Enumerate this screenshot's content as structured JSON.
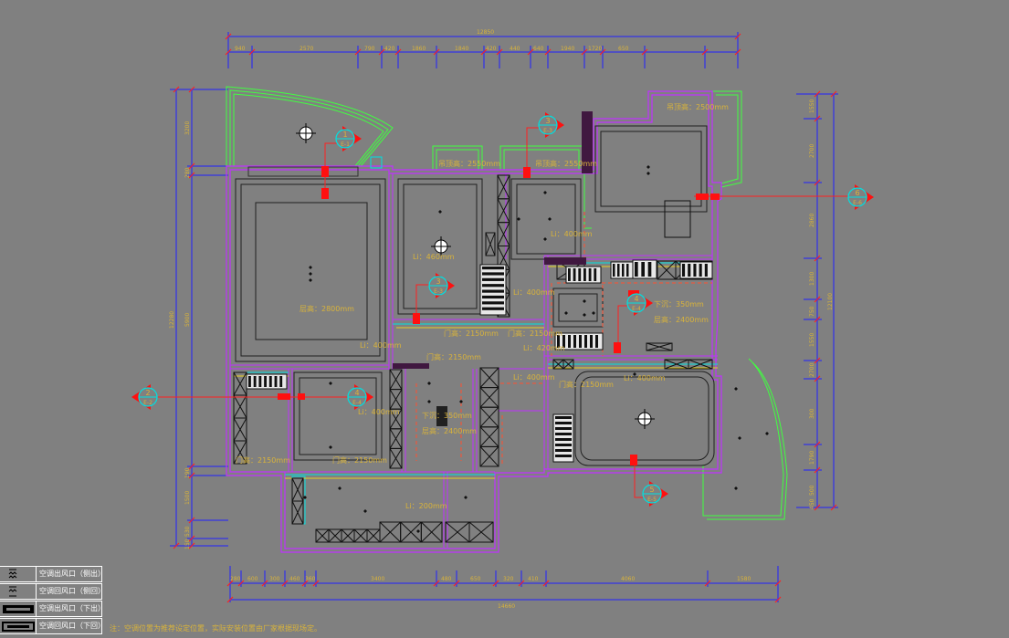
{
  "dimensions": {
    "top_total": "12850",
    "top_segments": [
      "940",
      "2570",
      "790",
      "420",
      "1860",
      "1840",
      "420",
      "440",
      "640",
      "1940",
      "1720",
      "650"
    ],
    "bottom_total": "14660",
    "bottom_segments": [
      "280",
      "600",
      "300",
      "460",
      "360",
      "3400",
      "480",
      "650",
      "320",
      "410",
      "4060",
      "1580"
    ],
    "left_segments": [
      "3200",
      "280",
      "5900",
      "190",
      "1500",
      "530",
      "150"
    ],
    "left_total": "12280",
    "right_segments": [
      "1550",
      "2700",
      "2860",
      "1300",
      "750",
      "1550",
      "2700",
      "300",
      "1790",
      "500",
      "450"
    ],
    "right_total": "12100"
  },
  "labels": [
    {
      "id": "lbl-ceiling-h-1",
      "text": "吊顶高：2550mm"
    },
    {
      "id": "lbl-ceiling-h-2",
      "text": "吊顶高：2550mm"
    },
    {
      "id": "lbl-ceiling-h-3",
      "text": "吊顶高：2500mm"
    },
    {
      "id": "lbl-ceiling-h-4",
      "text": "层高：2800mm"
    },
    {
      "id": "lbl-li-1",
      "text": "Li：460mm"
    },
    {
      "id": "lbl-li-2",
      "text": "Li：400mm"
    },
    {
      "id": "lbl-li-3",
      "text": "Li：400mm"
    },
    {
      "id": "lbl-li-4",
      "text": "Li：400mm"
    },
    {
      "id": "lbl-li-5",
      "text": "Li：420mm"
    },
    {
      "id": "lbl-li-6",
      "text": "Li：200mm"
    },
    {
      "id": "lbl-door-1",
      "text": "门高：2150mm"
    },
    {
      "id": "lbl-door-2",
      "text": "门高：2150mm"
    },
    {
      "id": "lbl-door-3",
      "text": "门高：2150mm"
    },
    {
      "id": "lbl-door-4",
      "text": "门高：2150mm"
    },
    {
      "id": "lbl-door-5",
      "text": "门高：2150mm"
    },
    {
      "id": "lbl-door-6",
      "text": "门高：2150mm"
    },
    {
      "id": "lbl-down-1",
      "text": "下沉：350mm"
    },
    {
      "id": "lbl-down-2",
      "text": "下沉：350mm"
    },
    {
      "id": "lbl-h-1",
      "text": "层高：2400mm"
    },
    {
      "id": "lbl-h-2",
      "text": "层高：2400mm"
    },
    {
      "id": "lbl-li-7",
      "text": "Li：400mm"
    },
    {
      "id": "lbl-li-8",
      "text": "Li：400mm"
    }
  ],
  "callouts": [
    {
      "num": "1",
      "sub": "E-1"
    },
    {
      "num": "3",
      "sub": "E-3"
    },
    {
      "num": "3",
      "sub": "E-3"
    },
    {
      "num": "4",
      "sub": "E-4"
    },
    {
      "num": "4",
      "sub": "E-4"
    },
    {
      "num": "2",
      "sub": "E-2"
    },
    {
      "num": "6",
      "sub": "E-6"
    },
    {
      "num": "5",
      "sub": "E-5"
    }
  ],
  "legend": [
    {
      "text": "空调出风口（侧出）"
    },
    {
      "text": "空调回风口（侧回）"
    },
    {
      "text": "空调出风口（下出）"
    },
    {
      "text": "空调回风口（下回）"
    }
  ],
  "note": "注：空调位置为推荐设定位置，实际安装位置由厂家根据现场定。"
}
